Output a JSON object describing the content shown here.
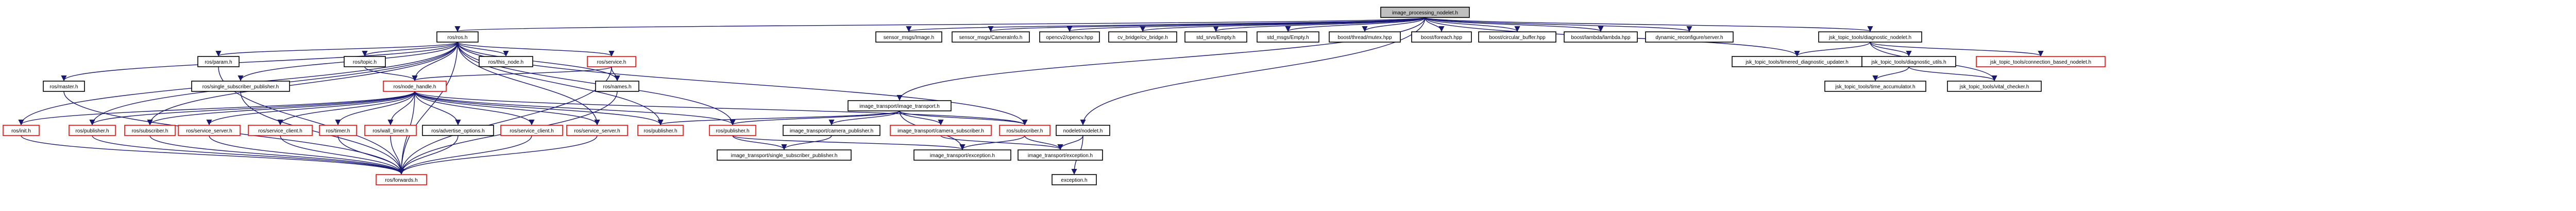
{
  "colors": {
    "edge": "#191970",
    "node_border": "#000000",
    "node_border_incomplete": "#ff0000",
    "root_fill": "#bfbfbf",
    "background": "#ffffff"
  },
  "nodes": {
    "root": "image_processing_nodelet.h",
    "ros_h": "ros/ros.h",
    "sensor_image": "sensor_msgs/Image.h",
    "sensor_caminfo": "sensor_msgs/CameraInfo.h",
    "opencv": "opencv2/opencv.hpp",
    "cv_bridge": "cv_bridge/cv_bridge.h",
    "std_srvs_empty": "std_srvs/Empty.h",
    "std_msgs_empty": "std_msgs/Empty.h",
    "boost_mutex": "boost/thread/mutex.hpp",
    "boost_foreach": "boost/foreach.hpp",
    "boost_circular": "boost/circular_buffer.hpp",
    "boost_lambda": "boost/lambda/lambda.hpp",
    "dyn_reconf": "dynamic_reconfigure/server.h",
    "jsk_diag_nodelet": "jsk_topic_tools/diagnostic_nodelet.h",
    "jsk_timered": "jsk_topic_tools/timered_diagnostic_updater.h",
    "jsk_diag_utils": "jsk_topic_tools/diagnostic_utils.h",
    "jsk_conn_nodelet": "jsk_topic_tools/connection_based_nodelet.h",
    "jsk_time_acc": "jsk_topic_tools/time_accumulator.h",
    "jsk_vital": "jsk_topic_tools/vital_checker.h",
    "ros_param": "ros/param.h",
    "ros_topic": "ros/topic.h",
    "ros_this_node": "ros/this_node.h",
    "ros_service": "ros/service.h",
    "ros_master": "ros/master.h",
    "ros_single_sub_pub": "ros/single_subscriber_publisher.h",
    "ros_node_handle": "ros/node_handle.h",
    "ros_names": "ros/names.h",
    "ros_init": "ros/init.h",
    "ros_publisher": "ros/publisher.h",
    "ros_subscriber": "ros/subscriber.h",
    "ros_service_server": "ros/service_server.h",
    "ros_service_client": "ros/service_client.h",
    "ros_timer": "ros/timer.h",
    "ros_wall_timer": "ros/wall_timer.h",
    "ros_advertise_options": "ros/advertise_options.h",
    "ros_forwards": "ros/forwards.h",
    "it_image_transport": "image_transport/image_transport.h",
    "it_publisher": "ros/publisher.h",
    "it_subscriber": "ros/subscriber.h",
    "it_camera_publisher": "image_transport/camera_publisher.h",
    "it_camera_subscriber": "image_transport/camera_subscriber.h",
    "it_single_sub_pub": "image_transport/single_subscriber_publisher.h",
    "it_exception": "image_transport/exception.h",
    "nodelet_nodelet": "nodelet/nodelet.h",
    "exception_h": "exception.h"
  }
}
